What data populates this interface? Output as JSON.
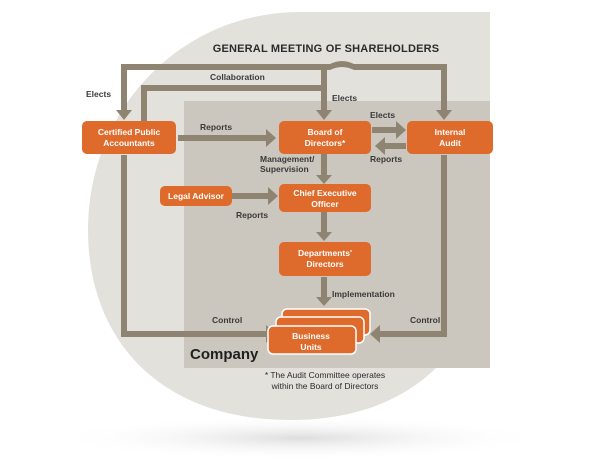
{
  "title": "GENERAL MEETING OF SHAREHOLDERS",
  "company_label": "Company",
  "boxes": {
    "cpa": [
      "Certified Public",
      "Accountants"
    ],
    "board": [
      "Board of",
      "Directors*"
    ],
    "audit": [
      "Internal",
      "Audit"
    ],
    "legal": [
      "Legal Advisor"
    ],
    "ceo": [
      "Chief Executive",
      "Officer"
    ],
    "depts": [
      "Departments'",
      "Directors"
    ],
    "units": [
      "Business",
      "Units"
    ]
  },
  "labels": {
    "elects_left": "Elects",
    "collaboration": "Collaboration",
    "elects_center": "Elects",
    "elects_right": "Elects",
    "reports_cpa": "Reports",
    "reports_audit": "Reports",
    "management": [
      "Management/",
      "Supervision"
    ],
    "reports_legal": "Reports",
    "implementation": "Implementation",
    "control_left": "Control",
    "control_right": "Control"
  },
  "footnote": [
    "* The Audit Committee operates",
    "within the Board of Directors"
  ],
  "colors": {
    "orange": "#de6a2c",
    "arrow": "#8f8471",
    "outer_shape": "#e3e1dc",
    "company_area": "#cbc6be",
    "background": "#ffffff"
  }
}
